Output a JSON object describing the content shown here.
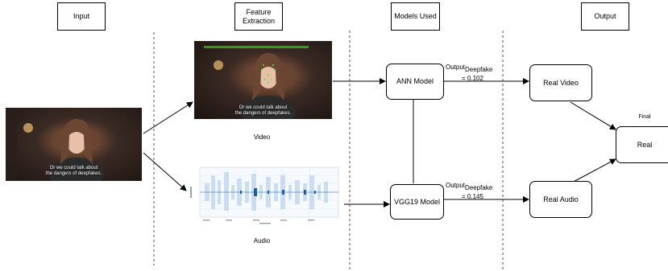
{
  "headers": {
    "input": "Input",
    "feature_extraction_line1": "Feature",
    "feature_extraction_line2": "Extraction",
    "models_used": "Models Used",
    "output": "Output"
  },
  "input_frame": {
    "caption_line1": "Or we could talk about",
    "caption_line2": "the dangers of deepfakes."
  },
  "video_frame": {
    "caption_line1": "Or we could talk about",
    "caption_line2": "the dangers of deepfakes.",
    "label": "Video"
  },
  "audio_plot": {
    "label": "Audio"
  },
  "models": {
    "ann": "ANN Model",
    "vgg": "VGG19 Model"
  },
  "scores": {
    "ann": {
      "prefix": "Output",
      "subscript": "Deepfake",
      "value": "= 0.102"
    },
    "vgg": {
      "prefix": "Output",
      "subscript": "Deepfake",
      "value": "= 0.145"
    }
  },
  "outputs": {
    "video": "Real Video",
    "audio": "Real Audio",
    "final_label": "Final",
    "final_value": "Real"
  },
  "colors": {
    "line": "#000000",
    "divider": "#555555",
    "waveform": "#1f5fa8",
    "photo_background": "#3b2a24",
    "landmarks": "#39ff14"
  }
}
